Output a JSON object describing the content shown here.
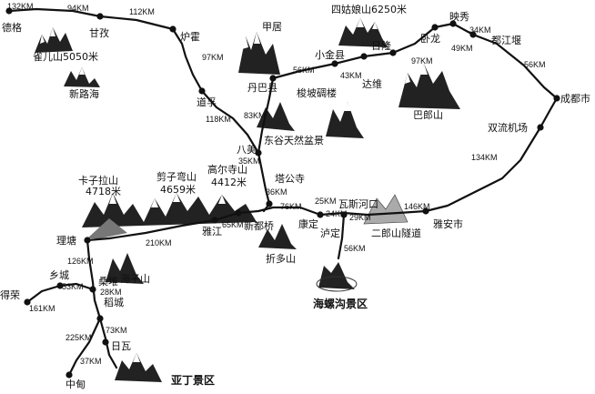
{
  "places": {
    "dege": "德格",
    "ganzi": "甘孜",
    "luhuo": "炉霍",
    "daofu": "道孚",
    "bamei": "八美",
    "tagongsi": "塔公寺",
    "xinduqiao": "新都桥",
    "yajiang": "雅江",
    "litang": "理塘",
    "derong": "得荣",
    "xiangcheng": "乡城",
    "sangdui": "桑堆",
    "daocheng": "稻城",
    "riwa": "日瓦",
    "zhongdian": "中甸",
    "kangding": "康定",
    "luding": "泸定",
    "yaan": "雅安市",
    "chengdu": "成都市",
    "shuangliu": "双流机场",
    "danba": "丹巴县",
    "xiaojin": "小金县",
    "rilong": "日隆",
    "wolong": "卧龙",
    "yingxiu": "映秀",
    "dujiangyan": "都江堰",
    "dawei": "达维",
    "jiaju": "甲居"
  },
  "landmarks": {
    "queershan": "雀儿山5050米",
    "xinluhai": "新路海",
    "siguniangshan": "四姑娘山6250米",
    "balangshan": "巴郎山",
    "dongguteran": "东谷天然盆景",
    "suopodiaolou": "梭坡碉楼",
    "kazilashan": "卡子拉山",
    "kazilashan_h": "4718米",
    "jianziwanshan": "剪子弯山",
    "jianziwanshan_h": "4659米",
    "gaoersishan": "高尔寺山",
    "gaoersishan_h": "4412米",
    "haizishan": "海子山",
    "zheduoshan": "折多山",
    "wasigoukou": "瓦斯河口",
    "erlangshan": "二郎山隧道",
    "hailuogou": "海螺沟景区",
    "yading": "亚丁景区"
  },
  "distances": {
    "d_132": "132KM",
    "d_94": "94KM",
    "d_112": "112KM",
    "d_97a": "97KM",
    "d_118": "118KM",
    "d_83": "83KM",
    "d_56a": "56KM",
    "d_43": "43KM",
    "d_97b": "97KM",
    "d_49": "49KM",
    "d_34": "34KM",
    "d_56b": "56KM",
    "d_134": "134KM",
    "d_35": "35KM",
    "d_36": "36KM",
    "d_76": "76KM",
    "d_25": "25KM",
    "d_24": "24KM",
    "d_29": "29KM",
    "d_146": "146KM",
    "d_65": "65KM",
    "d_210": "210KM",
    "d_126": "126KM",
    "d_53": "53KM",
    "d_28": "28KM",
    "d_161": "161KM",
    "d_73": "73KM",
    "d_225": "225KM",
    "d_37": "37KM",
    "d_56c": "56KM"
  }
}
